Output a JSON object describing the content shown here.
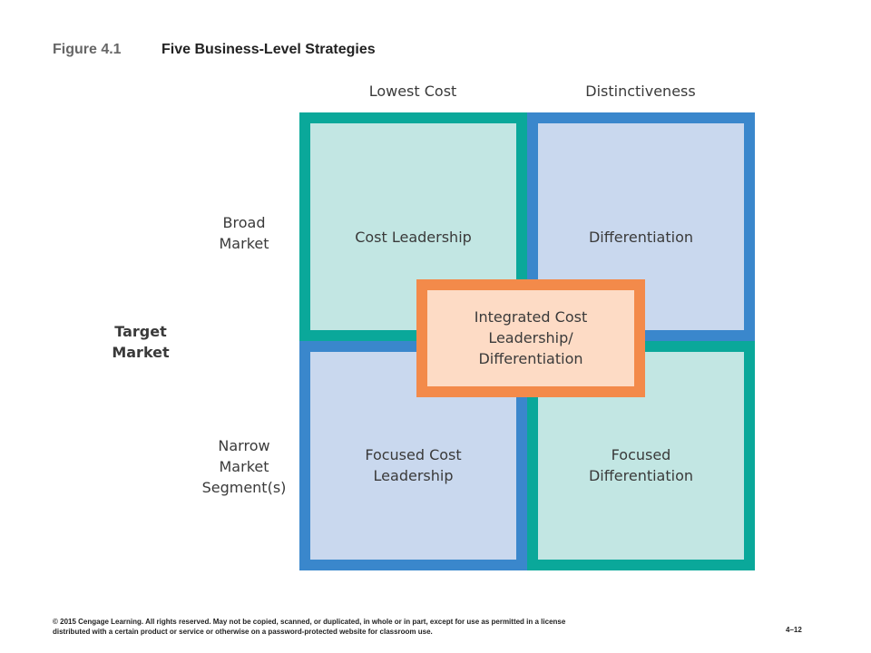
{
  "header": {
    "figure_number": "Figure 4.1",
    "figure_title": "Five Business-Level Strategies"
  },
  "columns": {
    "left": "Lowest Cost",
    "right": "Distinctiveness"
  },
  "rows": {
    "top": "Broad\nMarket",
    "bottom": "Narrow\nMarket\nSegment(s)"
  },
  "side_label": "Target\nMarket",
  "quadrants": {
    "top_left": "Cost Leadership",
    "top_right": "Differentiation",
    "bottom_left": "Focused Cost\nLeadership",
    "bottom_right": "Focused\nDifferentiation"
  },
  "center": "Integrated Cost\nLeadership/\nDifferentiation",
  "footer": {
    "copyright": "© 2015 Cengage Learning. All rights reserved. May not be copied, scanned, or duplicated, in whole or in part, except for use as permitted in a license distributed with a certain product or service or otherwise on a password-protected website for classroom use.",
    "page_number": "4–12"
  },
  "colors": {
    "teal_border": "#0aa89a",
    "teal_fill": "#c2e6e3",
    "blue_border": "#3a87cc",
    "blue_fill": "#c9d8ee",
    "orange_border": "#f38a4a",
    "orange_fill": "#fddbc5"
  }
}
